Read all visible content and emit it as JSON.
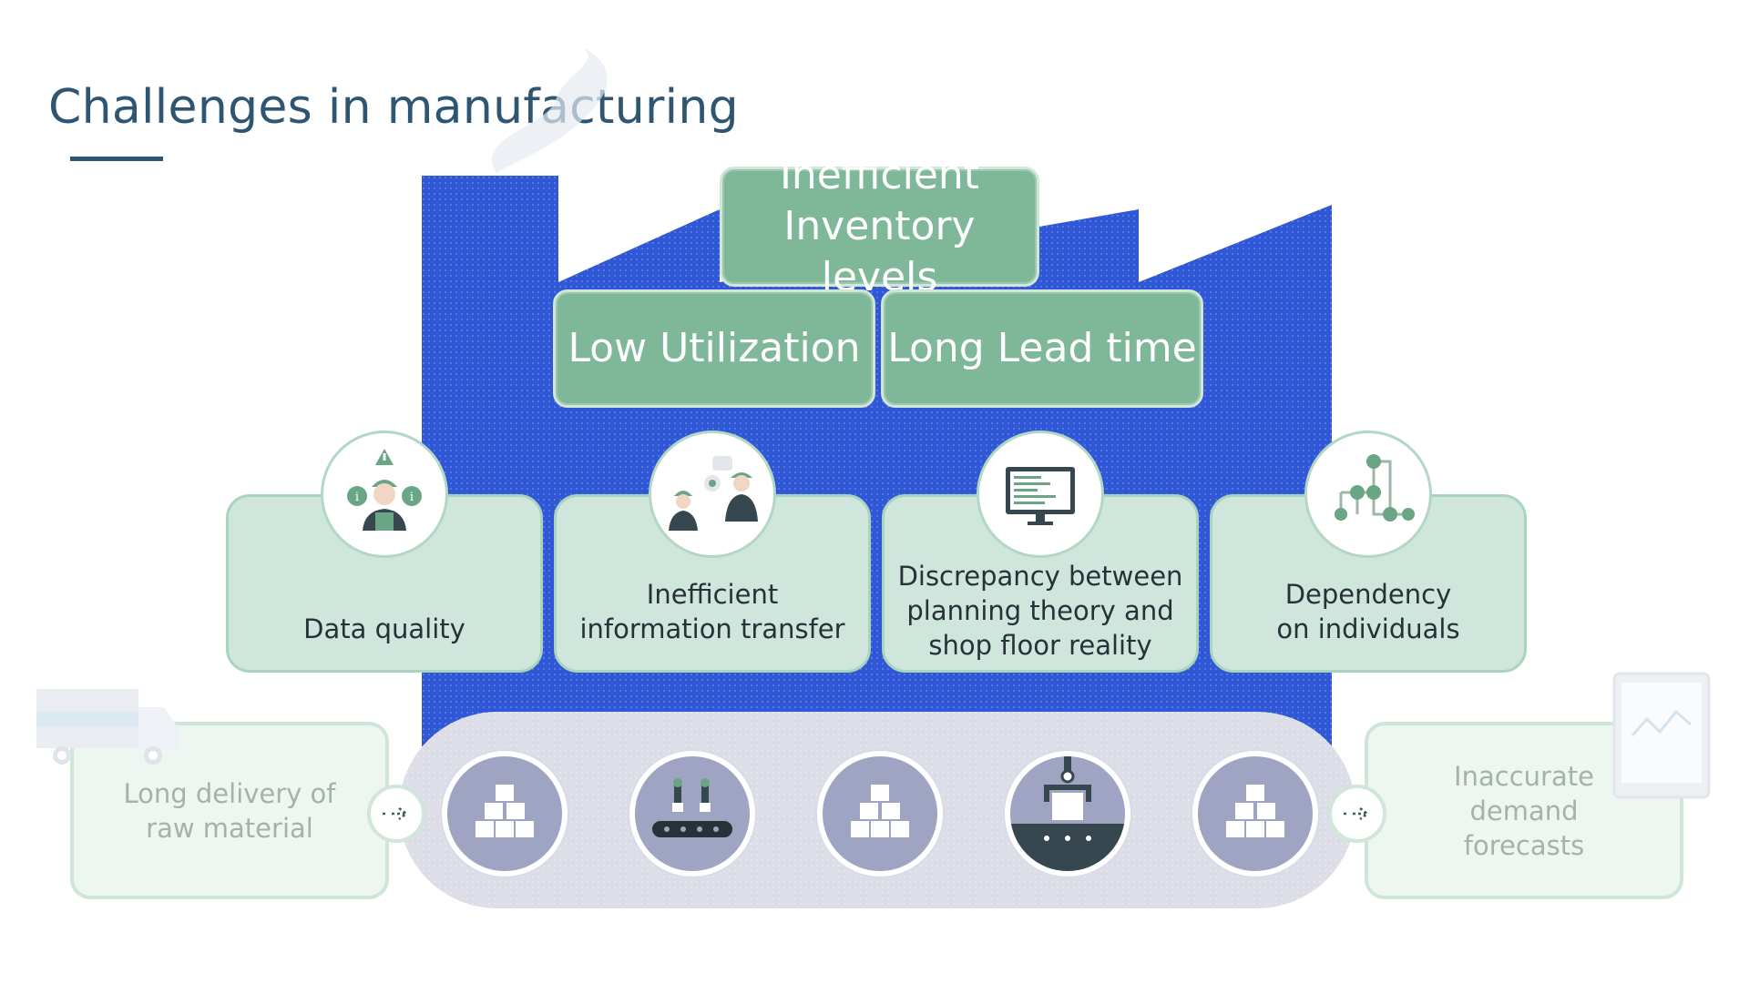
{
  "slide": {
    "title": "Challenges in manufacturing"
  },
  "outcomes": {
    "top": "Inefficient Inventory levels",
    "left": "Low Utilization",
    "right": "Long Lead time"
  },
  "challenges": [
    {
      "label": "Data quality",
      "icon": "worker-alert-icon"
    },
    {
      "label": "Inefficient information transfer",
      "icon": "workers-communication-icon"
    },
    {
      "label": "Discrepancy between planning theory and shop floor reality",
      "icon": "monitor-plan-icon"
    },
    {
      "label": "Dependency on individuals",
      "icon": "hierarchy-tree-icon"
    }
  ],
  "external": {
    "left": "Long delivery of raw material",
    "right": "Inaccurate demand forecasts"
  },
  "conveyor_icons": [
    "boxes-icon",
    "robot-arms-conveyor-icon",
    "boxes-icon",
    "gripper-conveyor-icon",
    "boxes-icon"
  ],
  "colors": {
    "title": "#2e5673",
    "factory": "#2f57d6",
    "outcome_box": "#7eb898",
    "card": "#cfe6dc",
    "conveyor": "#dcdde6",
    "conveyor_circle": "#9ea4c2"
  }
}
